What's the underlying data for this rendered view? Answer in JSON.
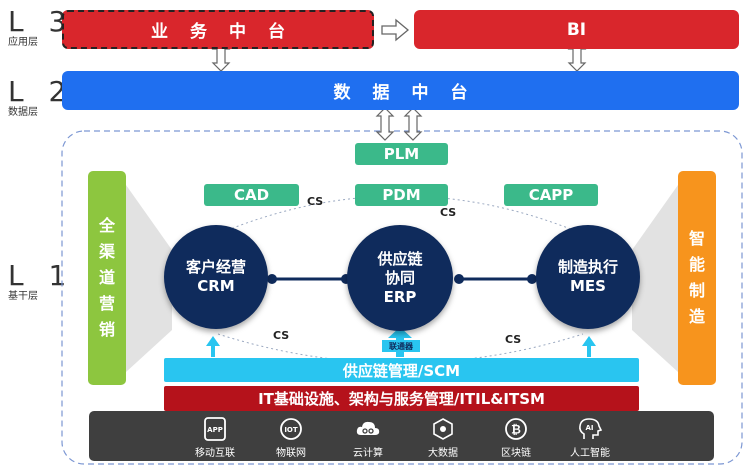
{
  "levels": [
    {
      "big": "L 3",
      "small": "应用层"
    },
    {
      "big": "L 2",
      "small": "数据层"
    },
    {
      "big": "L 1",
      "small": "基干层"
    }
  ],
  "l3": {
    "business_platform": "业务中台",
    "bi": "BI"
  },
  "l2": {
    "data_platform": "数据中台"
  },
  "l1": {
    "plm": "PLM",
    "pdm": "PDM",
    "cad": "CAD",
    "capp": "CAPP",
    "left_side": [
      "全",
      "渠",
      "道",
      "营",
      "销"
    ],
    "right_side": [
      "智",
      "能",
      "制",
      "造"
    ],
    "crm": [
      "客户经营",
      "CRM"
    ],
    "erp": [
      "供应链",
      "协同",
      "ERP"
    ],
    "mes": [
      "制造执行",
      "MES"
    ],
    "cs_label": "CS",
    "connector": "联通器",
    "scm": "供应链管理/SCM",
    "it": "IT基础设施、架构与服务管理/ITIL&ITSM"
  },
  "tech": [
    {
      "icon": "app-icon",
      "label": "移动互联",
      "icon_text": "APP"
    },
    {
      "icon": "iot-icon",
      "label": "物联网",
      "icon_text": "IOT"
    },
    {
      "icon": "cloud-icon",
      "label": "云计算",
      "icon_text": ""
    },
    {
      "icon": "big-data-icon",
      "label": "大数据",
      "icon_text": ""
    },
    {
      "icon": "blockchain-icon",
      "label": "区块链",
      "icon_text": "₿"
    },
    {
      "icon": "ai-icon",
      "label": "人工智能",
      "icon_text": "AI"
    }
  ],
  "colors": {
    "red": "#d9262c",
    "blue": "#1f6ff0",
    "green": "#3bb98a",
    "navy": "#0f2b5c",
    "lime": "#8dc63f",
    "orange": "#f7941d",
    "cyan": "#29c5f0",
    "dark_red": "#b5121b",
    "tech_bg": "#3f3f3f"
  }
}
